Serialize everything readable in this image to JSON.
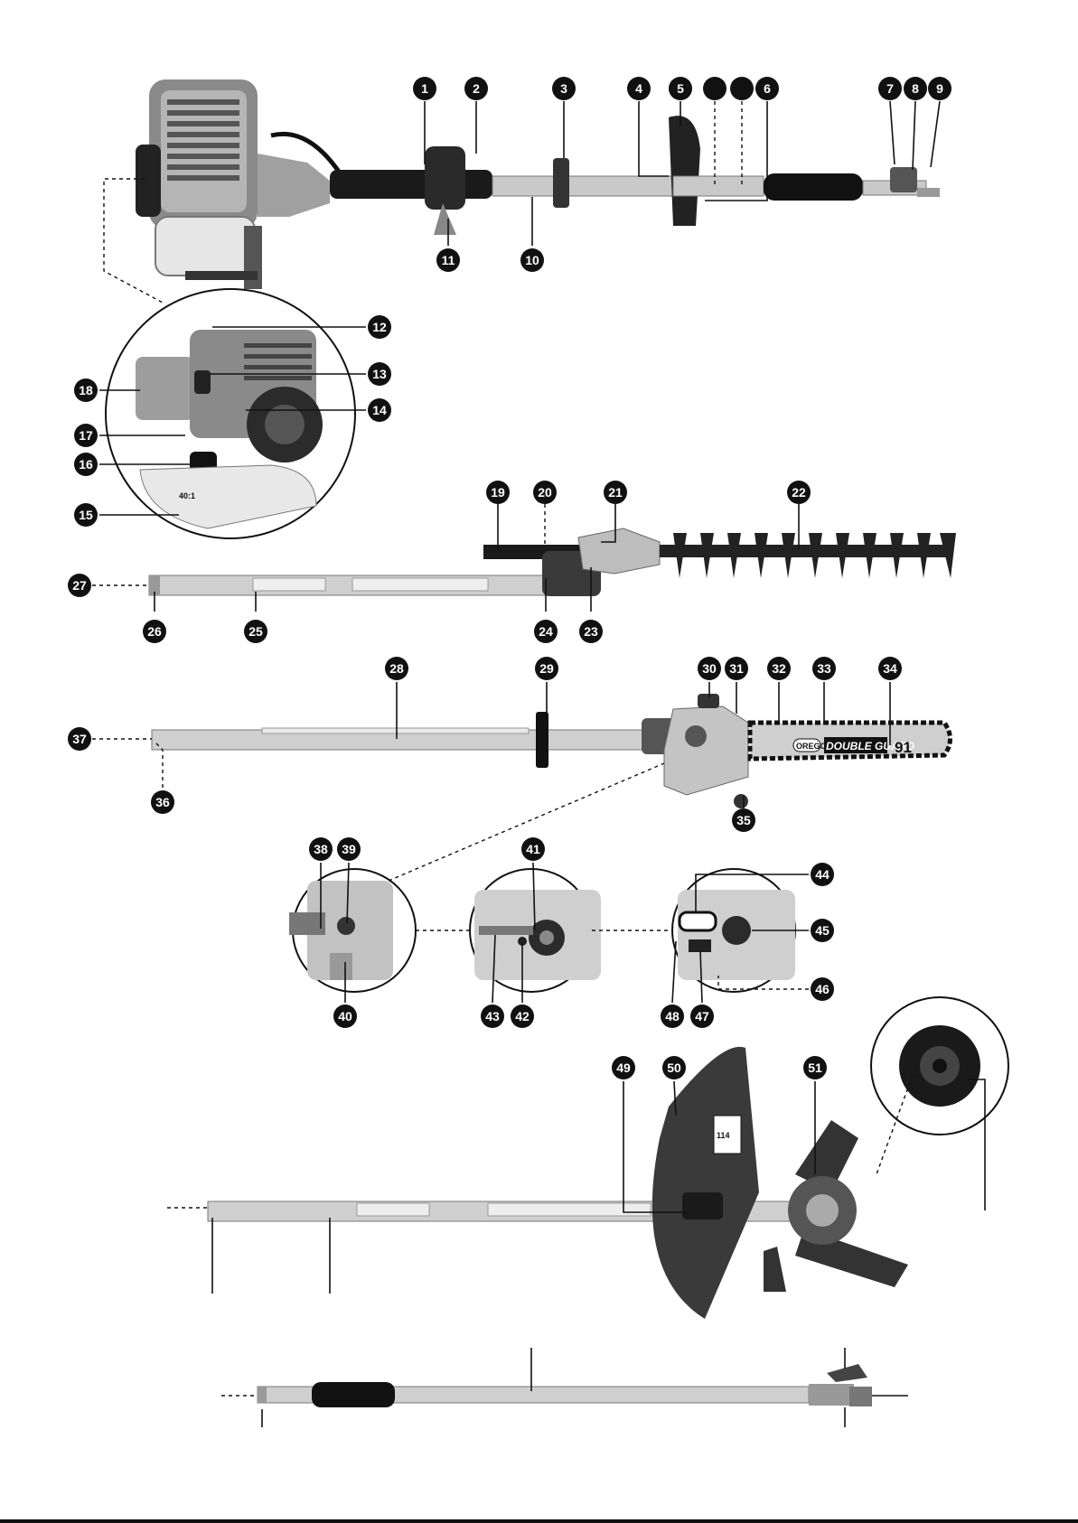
{
  "callouts": {
    "c1": "1",
    "c2": "2",
    "c3": "3",
    "c4": "4",
    "c5": "5",
    "c6": "6",
    "c7": "7",
    "c8": "8",
    "c9": "9",
    "c10": "10",
    "c11": "11",
    "c12": "12",
    "c13": "13",
    "c14": "14",
    "c15": "15",
    "c16": "16",
    "c17": "17",
    "c18": "18",
    "c19": "19",
    "c20": "20",
    "c21": "21",
    "c22": "22",
    "c23": "23",
    "c24": "24",
    "c25": "25",
    "c26": "26",
    "c27": "27",
    "c28": "28",
    "c29": "29",
    "c30": "30",
    "c31": "31",
    "c32": "32",
    "c33": "33",
    "c34": "34",
    "c35": "35",
    "c36": "36",
    "c37": "37",
    "c38": "38",
    "c39": "39",
    "c40": "40",
    "c41": "41",
    "c42": "42",
    "c43": "43",
    "c44": "44",
    "c45": "45",
    "c46": "46",
    "c47": "47",
    "c48": "48",
    "c49": "49",
    "c50": "50",
    "c51": "51"
  },
  "product_labels": {
    "bar_brand": "OREGON",
    "bar_model": "DOUBLE GUARD",
    "bar_number": "91",
    "guard_size": "114",
    "fuel_mix": "40:1"
  }
}
